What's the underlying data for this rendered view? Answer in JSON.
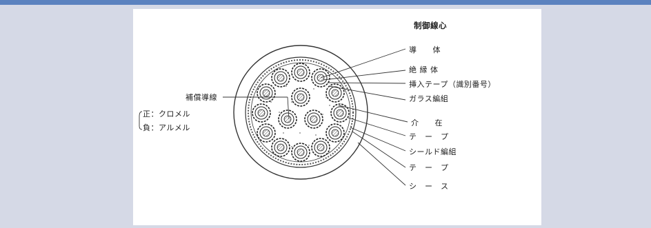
{
  "diagram": {
    "title": "制御線心",
    "labels": {
      "conductor": "導　　体",
      "insulator": "絶 縁 体",
      "inserted_tape": "挿入テープ（識別番号）",
      "glass_braid": "ガラス編組",
      "filler": "介　　在",
      "tape_1": "テ　ー　プ",
      "shield_braid": "シールド編組",
      "tape_2": "テ　ー　プ",
      "sheath": "シ　ー　ス",
      "compensating_wire": "補償導線",
      "positive": "正：クロメル",
      "negative": "負：アルメル"
    }
  }
}
